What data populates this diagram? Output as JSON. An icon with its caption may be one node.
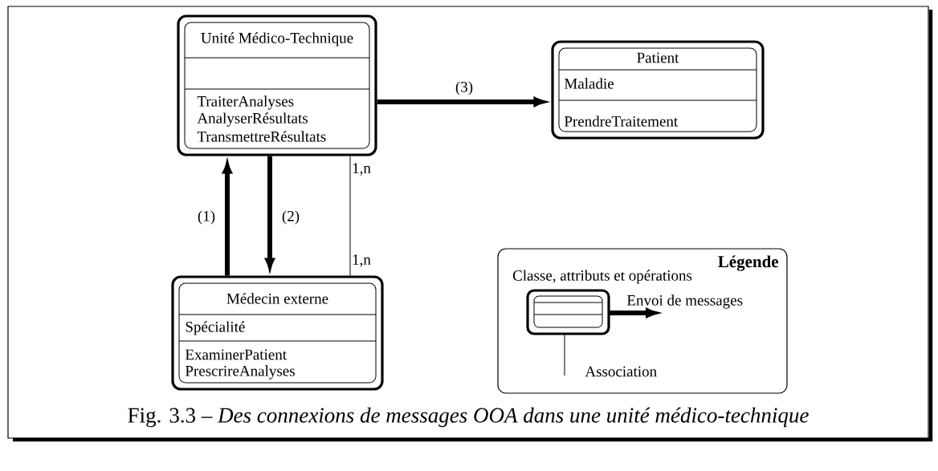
{
  "diagram": {
    "caption": "Fig. 3.3 – *Des connexions de messages OOA dans une unité médico-technique*",
    "nodes": [
      {
        "text": [
          "Unité Médico-Technique",
          "TraiterAnalyses",
          "AnalyserRésultats",
          "TransmettreRésultats"
        ]
      },
      {
        "text": [
          "Patient",
          "Maladie",
          "PrendreTraitement"
        ]
      },
      {
        "text": [
          "Médecin externe",
          "Spécialité",
          "ExaminerPatient",
          "PrescrireAnalyses"
        ]
      },
      {
        "text": [
          "Légende"
        ]
      }
    ],
    "edges": [
      {
        "from": 2,
        "to": 0,
        "arrow": "to",
        "label": "(1)"
      },
      {
        "from": 0,
        "to": 2,
        "arrow": "to",
        "label": "(2)"
      },
      {
        "from": 0,
        "to": 1,
        "arrow": "to",
        "label": "(3)"
      },
      {
        "from": 0,
        "to": 2,
        "arrow": "none"
      }
    ],
    "labels": [
      "1,n",
      "1,n"
    ],
    "legend": [
      {
        "text": "Classe, attributs et opérations"
      },
      {
        "text": "Envoi de messages"
      },
      {
        "text": "Association"
      }
    ]
  }
}
